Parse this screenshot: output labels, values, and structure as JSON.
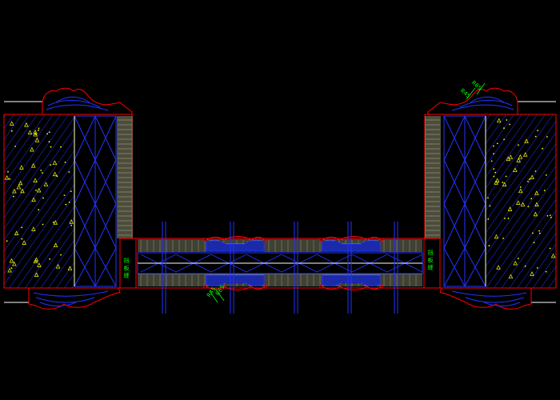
{
  "drawing": {
    "background": "#000000",
    "colors": {
      "wall_outline": "#ff0000",
      "wood_grain": "#2233ff",
      "aggregate": "#ffff00",
      "veneer_hatch": "#ffffcc",
      "frame_lines": "#2233ff",
      "dimension_text": "#00ff00",
      "trim_lines": "#ffffff"
    },
    "labels": {
      "left_edge_mark": "挡 板 缝",
      "right_edge_mark": "挡 板 缝",
      "top_right_dim_a": "R65",
      "top_right_dim_b": "R45",
      "bottom_dim_a": "R45",
      "bottom_dim_b": "R65"
    }
  }
}
